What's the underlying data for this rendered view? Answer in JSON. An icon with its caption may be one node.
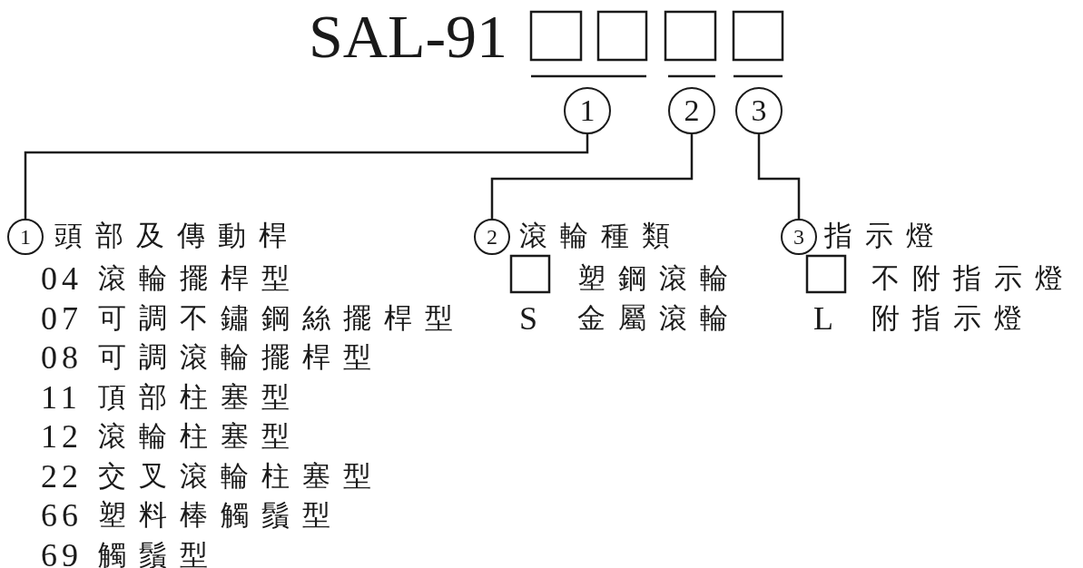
{
  "diagram": {
    "title": "SAL-91",
    "nodes": [
      {
        "text": [
          "1"
        ]
      },
      {
        "text": [
          "2"
        ]
      },
      {
        "text": [
          "3"
        ]
      },
      {
        "text": [
          "1"
        ],
        "beside": [
          "頭部及傳動桿"
        ]
      },
      {
        "text": [
          "2"
        ],
        "beside": [
          "滾輪種類"
        ]
      },
      {
        "text": [
          "3"
        ],
        "beside": [
          "指示燈"
        ]
      }
    ],
    "edges": [
      {
        "from": 0,
        "to": 3,
        "arrow": "none"
      },
      {
        "from": 1,
        "to": 4,
        "arrow": "none"
      },
      {
        "from": 2,
        "to": 5,
        "arrow": "none"
      }
    ],
    "labels": [
      "04",
      "滾輪擺桿型",
      "07",
      "可調不鏽鋼絲擺桿型",
      "08",
      "可調滾輪擺桿型",
      "11",
      "頂部柱塞型",
      "12",
      "滾輪柱塞型",
      "22",
      "交叉滾輪柱塞型",
      "66",
      "塑料棒觸鬚型",
      "69",
      "觸鬚型",
      "塑鋼滾輪",
      "S",
      "金屬滾輪",
      "不附指示燈",
      "L",
      "附指示燈"
    ]
  }
}
